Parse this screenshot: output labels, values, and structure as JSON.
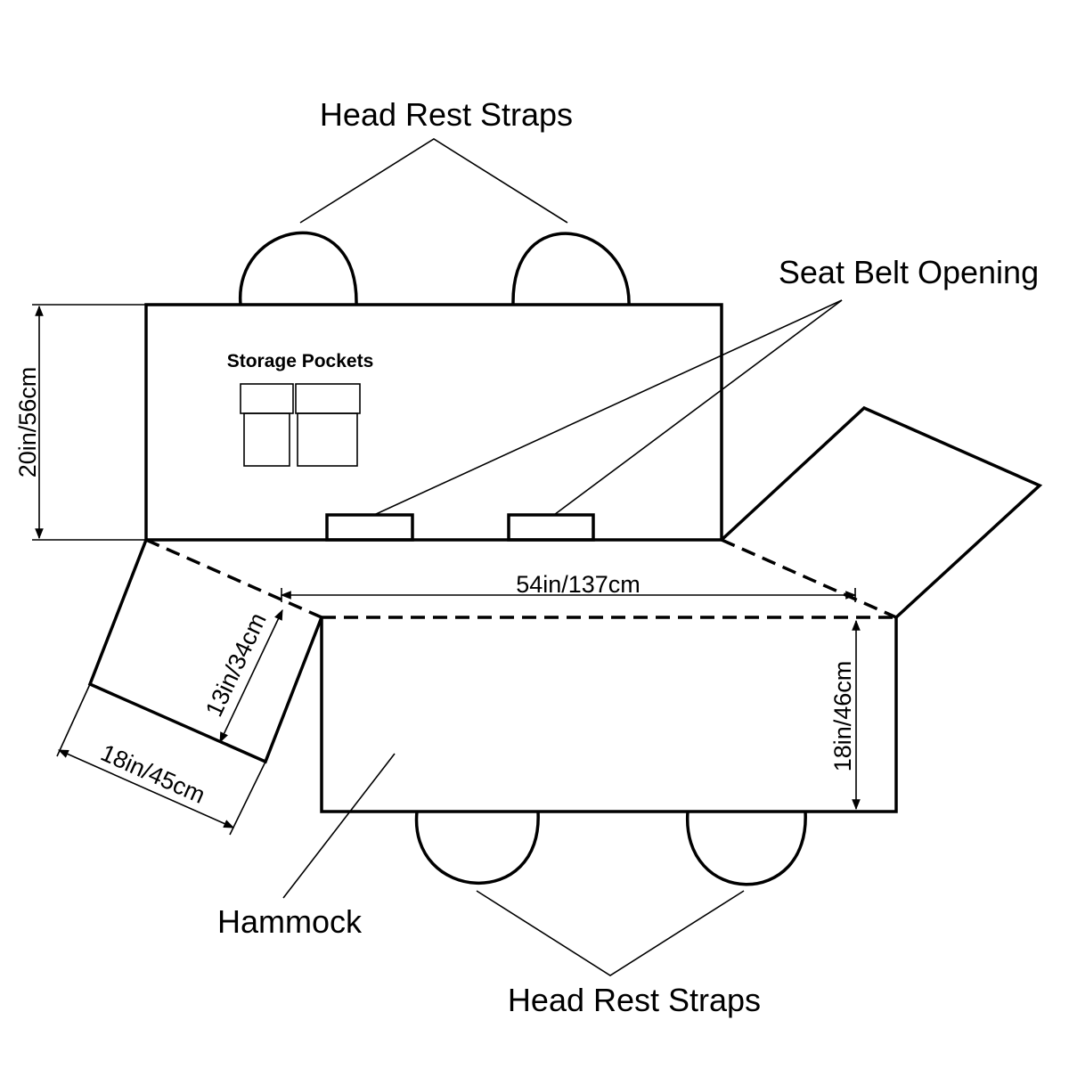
{
  "labels": {
    "head_rest_straps_top": "Head Rest Straps",
    "seat_belt_opening": "Seat Belt Opening",
    "storage_pockets": "Storage Pockets",
    "hammock": "Hammock",
    "head_rest_straps_bottom": "Head Rest Straps"
  },
  "dimensions": {
    "backrest_height": "20in/56cm",
    "width": "54in/137cm",
    "seat_depth": "18in/46cm",
    "flap_depth": "13in/34cm",
    "flap_width": "18in/45cm"
  },
  "colors": {
    "line": "#000000",
    "background": "#ffffff"
  }
}
